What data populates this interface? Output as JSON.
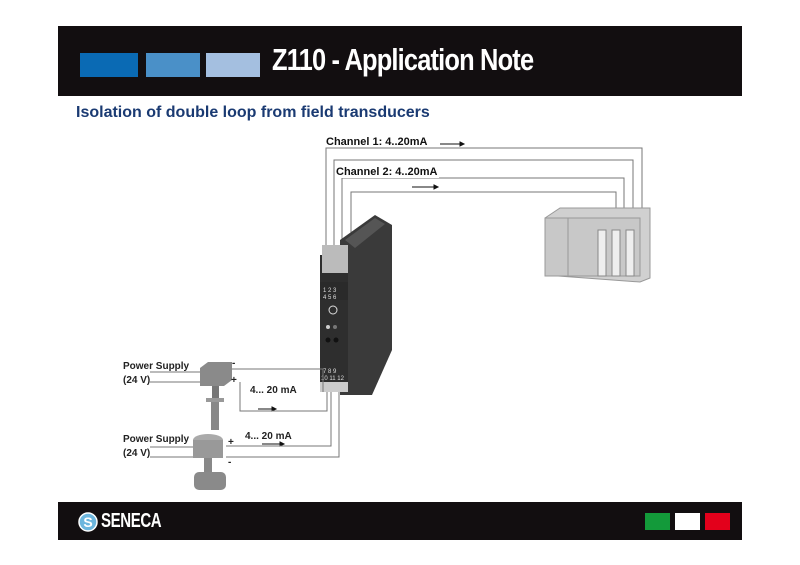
{
  "header": {
    "title": "Z110 - Application Note",
    "square_colors": [
      "#0a6ab4",
      "#4a90c8",
      "#a4bfe0"
    ]
  },
  "subtitle": "Isolation of double loop from field transducers",
  "diagram": {
    "channel1": "Channel 1: 4..20mA",
    "channel2": "Channel 2: 4..20mA",
    "sensor1": {
      "supply": "Power Supply",
      "voltage": "(24 V)",
      "current": "4... 20 mA",
      "minus": "-",
      "plus": "+"
    },
    "sensor2": {
      "supply": "Power Supply",
      "voltage": "(24 V)",
      "current": "4... 20 mA",
      "minus": "-",
      "plus": "+"
    },
    "terminals_top": [
      "1 2 3",
      "4 5 6"
    ],
    "terminals_bottom": [
      "7 8 9",
      "10 11 12"
    ]
  },
  "footer": {
    "logo": "SENECA",
    "flag_colors": [
      "#139a3a",
      "#ffffff",
      "#e3001b"
    ]
  }
}
